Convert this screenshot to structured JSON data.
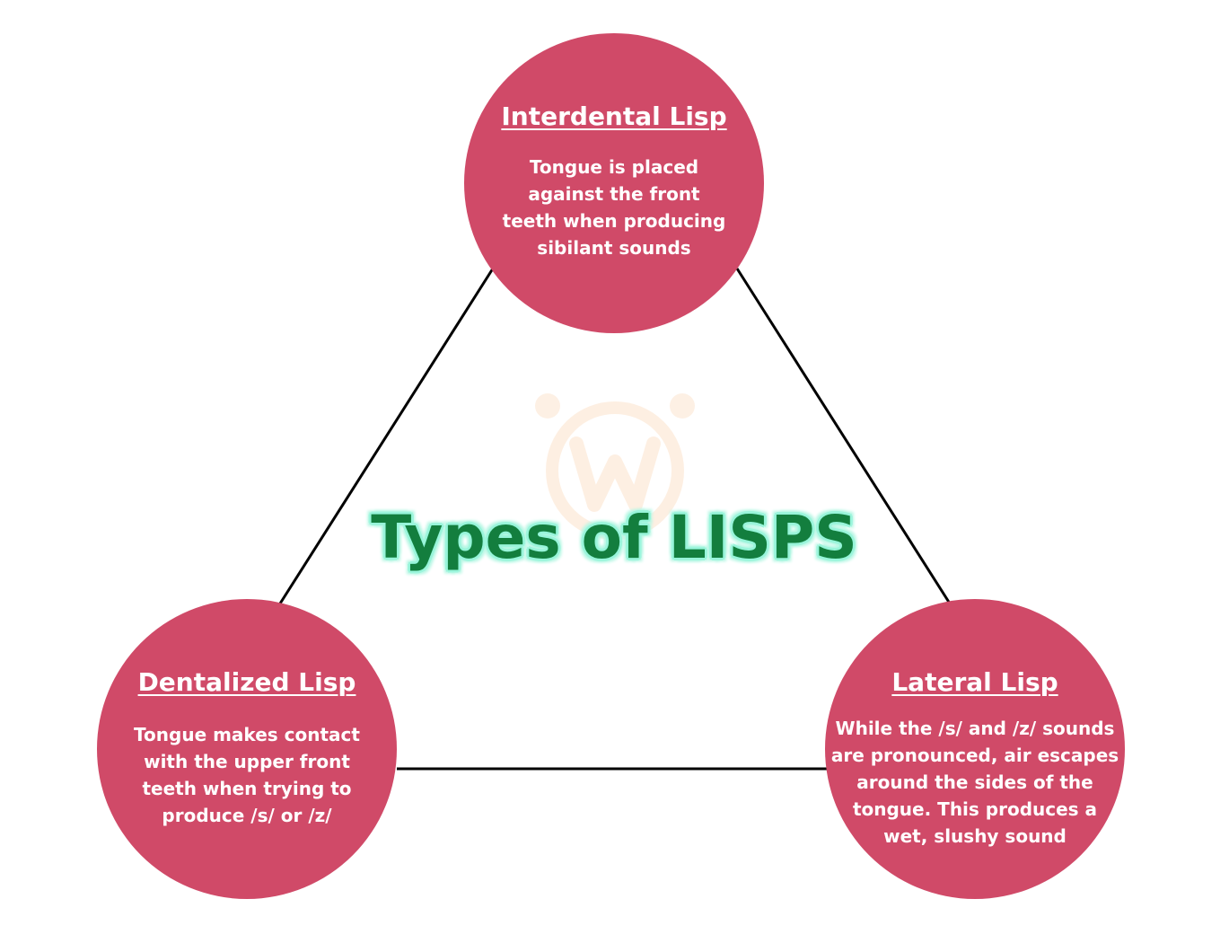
{
  "title": "Types of LISPS",
  "colors": {
    "circle_fill": "#d04a68",
    "circle_text": "#ffffff",
    "title_text": "#137e3e",
    "title_glow": "#9ef5dc",
    "connector": "#000000"
  },
  "watermark": {
    "icon": "w-logo-icon"
  },
  "lisps": [
    {
      "title": "Interdental Lisp",
      "description": "Tongue is placed against the front teeth when producing sibilant sounds"
    },
    {
      "title": "Dentalized Lisp",
      "description": "Tongue makes contact with the upper front teeth when trying to produce /s/ or /z/"
    },
    {
      "title": "Lateral Lisp",
      "description": "While the /s/ and /z/ sounds are pronounced, air escapes around the sides of the tongue. This produces a wet, slushy sound"
    }
  ]
}
